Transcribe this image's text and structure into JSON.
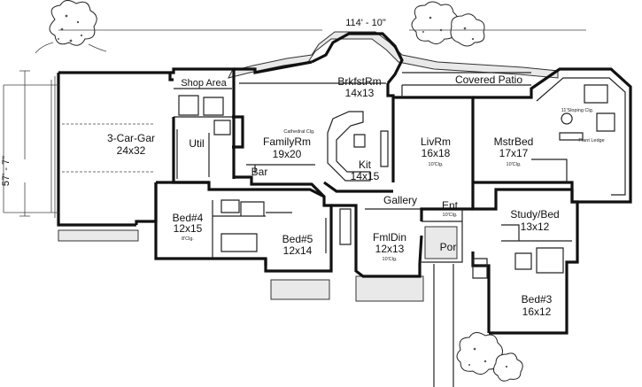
{
  "dimensions": {
    "width": "114' - 10\"",
    "depth": "57' - 7\""
  },
  "rooms": {
    "garage": {
      "name": "3-Car-Gar",
      "size": "24x32"
    },
    "shop": {
      "name": "Shop Area"
    },
    "util": {
      "name": "Util"
    },
    "family": {
      "name": "FamilyRm",
      "size": "19x20",
      "note": "Cathedral Clg."
    },
    "bar": {
      "name": "Bar"
    },
    "brkfst": {
      "name": "BrkfstRm",
      "size": "14x13"
    },
    "kit": {
      "name": "Kit",
      "size": "14x15"
    },
    "patio": {
      "name": "Covered Patio"
    },
    "liv": {
      "name": "LivRm",
      "size": "16x18",
      "note": "10'Clg."
    },
    "mstr": {
      "name": "MstrBed",
      "size": "17x17",
      "note": "10'Clg."
    },
    "sloping": {
      "note": "11'Sloping Clg."
    },
    "plant": {
      "note": "Plant Ledge"
    },
    "bed4": {
      "name": "Bed#4",
      "size": "12x15",
      "note": "8'Clg."
    },
    "bed5": {
      "name": "Bed#5",
      "size": "12x14"
    },
    "gallery": {
      "name": "Gallery"
    },
    "ent": {
      "name": "Ent",
      "note": "10'Clg."
    },
    "fmldin": {
      "name": "FmlDin",
      "size": "12x13",
      "note": "10'Clg."
    },
    "por": {
      "name": "Por"
    },
    "study": {
      "name": "Study/Bed",
      "size": "13x12"
    },
    "bed3": {
      "name": "Bed#3",
      "size": "16x12"
    }
  }
}
